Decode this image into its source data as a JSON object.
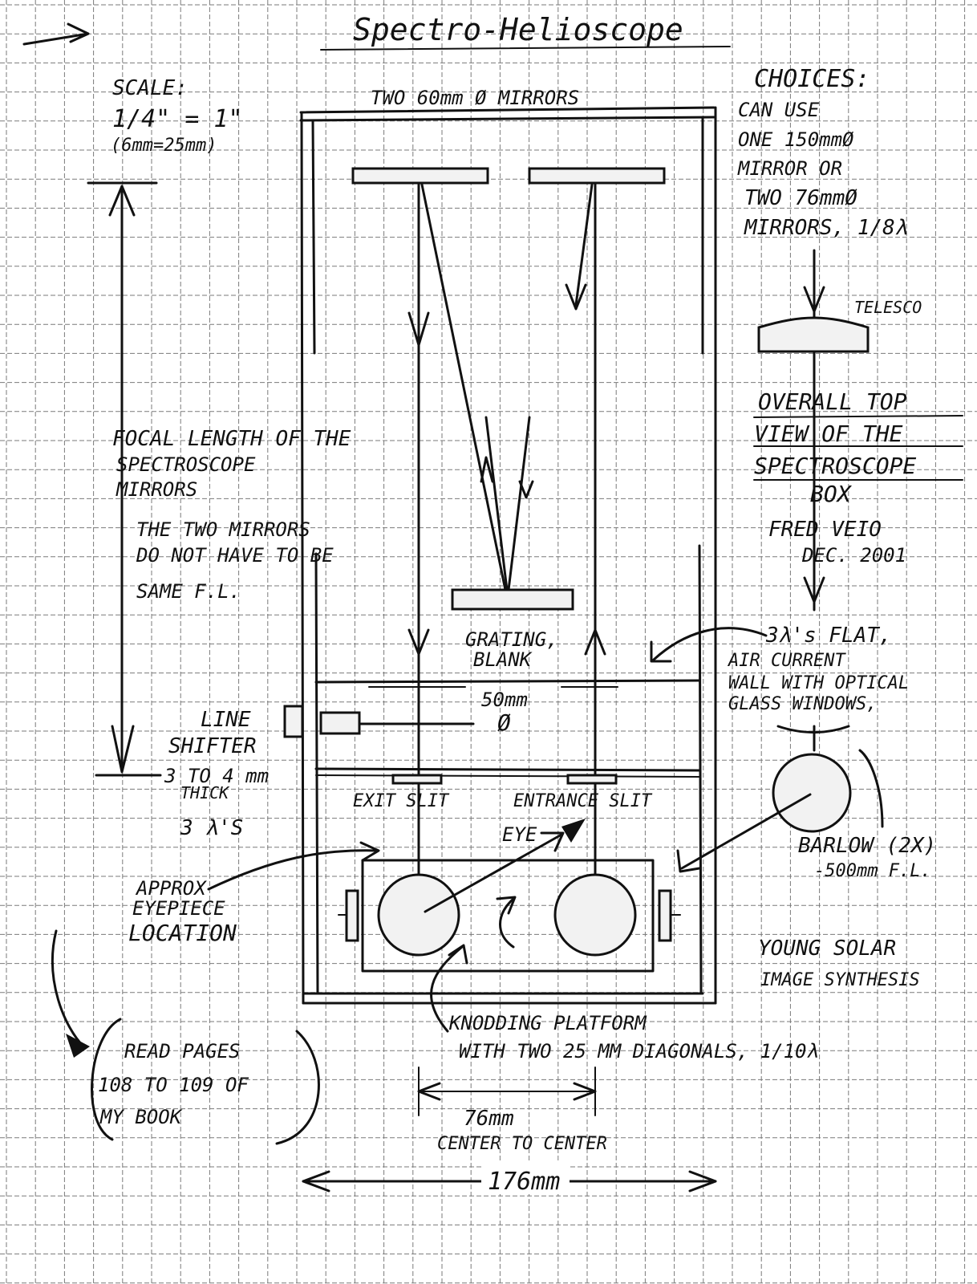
{
  "title": "Spectro-Helioscope",
  "scale": {
    "heading": "SCALE:",
    "ratio": "1/4\" = 1\"",
    "metric": "(6mm=25mm)"
  },
  "mirrors_label": "TWO 60mm Ø MIRRORS",
  "choices": {
    "heading": "CHOICES:",
    "lines": [
      "CAN USE",
      "ONE 150mmØ",
      "MIRROR OR",
      "TWO 76mmØ",
      "MIRRORS, 1/8λ"
    ]
  },
  "telescope_label": "TELESCO",
  "overall_view": {
    "lines": [
      "OVERALL TOP",
      "VIEW OF THE",
      "SPECTROSCOPE",
      "BOX"
    ]
  },
  "author": {
    "name": "FRED VEIO",
    "date": "DEC. 2001"
  },
  "focal_length_note": [
    "FOCAL LENGTH OF THE",
    "SPECTROSCOPE",
    "MIRRORS"
  ],
  "fl_note": [
    "THE TWO MIRRORS",
    "DO NOT HAVE TO BE",
    "SAME F.L."
  ],
  "grating_label": [
    "GRATING,",
    "BLANK"
  ],
  "grating_size": [
    "50mm",
    "Ø"
  ],
  "flat_note": [
    "3λ's FLAT,",
    "AIR CURRENT",
    "WALL WITH OPTICAL",
    "GLASS WINDOWS,"
  ],
  "line_shifter": [
    "LINE",
    "SHIFTER"
  ],
  "thickness_note": [
    "3 TO 4 mm",
    "THICK",
    "3 λ'S"
  ],
  "exit_slit": "EXIT SLIT",
  "entrance_slit": "ENTRANCE SLIT",
  "eye_label": "EYE",
  "barlow": [
    "BARLOW (2X)",
    "-500mm F.L."
  ],
  "eyepiece_note": [
    "APPROX",
    "EYEPIECE",
    "LOCATION"
  ],
  "young_note": [
    "YOUNG SOLAR",
    "IMAGE SYNTHESIS"
  ],
  "nodding_note": [
    "KNODDING PLATFORM",
    "WITH TWO 25 MM DIAGONALS, 1/10λ"
  ],
  "read_note": [
    "READ PAGES",
    "108 TO 109 OF",
    "MY BOOK"
  ],
  "center_distance": "76mm",
  "center_label": "CENTER TO CENTER",
  "box_width": "176mm"
}
